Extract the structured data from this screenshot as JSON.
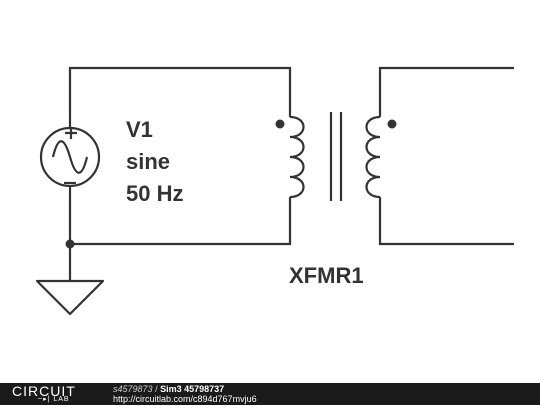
{
  "source": {
    "name": "V1",
    "type": "sine",
    "freq": "50 Hz"
  },
  "transformer": {
    "name": "XFMR1"
  },
  "footer": {
    "logo_top": "CIRCUIT",
    "logo_bottom": "LAB",
    "user": "s4579873",
    "separator": "/",
    "title": "Sim3 45798737",
    "url": "http://circuitlab.com/c894d767mvju6"
  }
}
